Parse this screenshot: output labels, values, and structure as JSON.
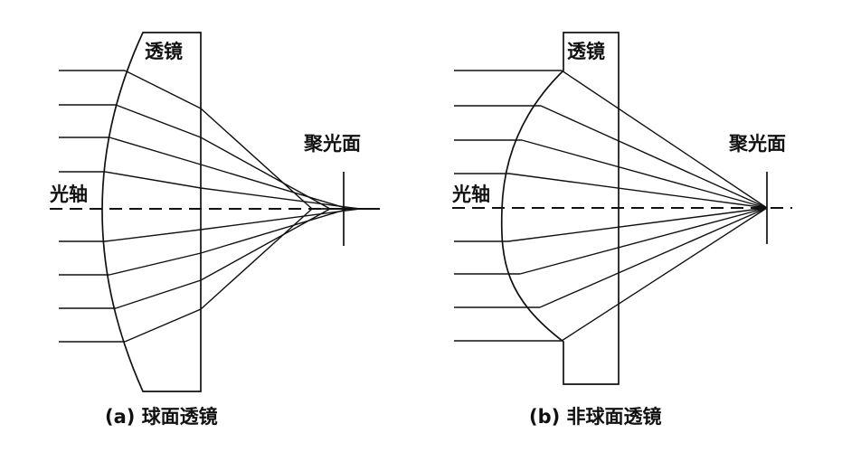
{
  "diagram_a": {
    "lens_label": "透镜",
    "axis_label": "光轴",
    "focus_label": "聚光面",
    "caption": "(a) 球面透镜"
  },
  "diagram_b": {
    "lens_label": "透镜",
    "axis_label": "光轴",
    "focus_label": "聚光面",
    "caption": "(b) 非球面透镜"
  }
}
